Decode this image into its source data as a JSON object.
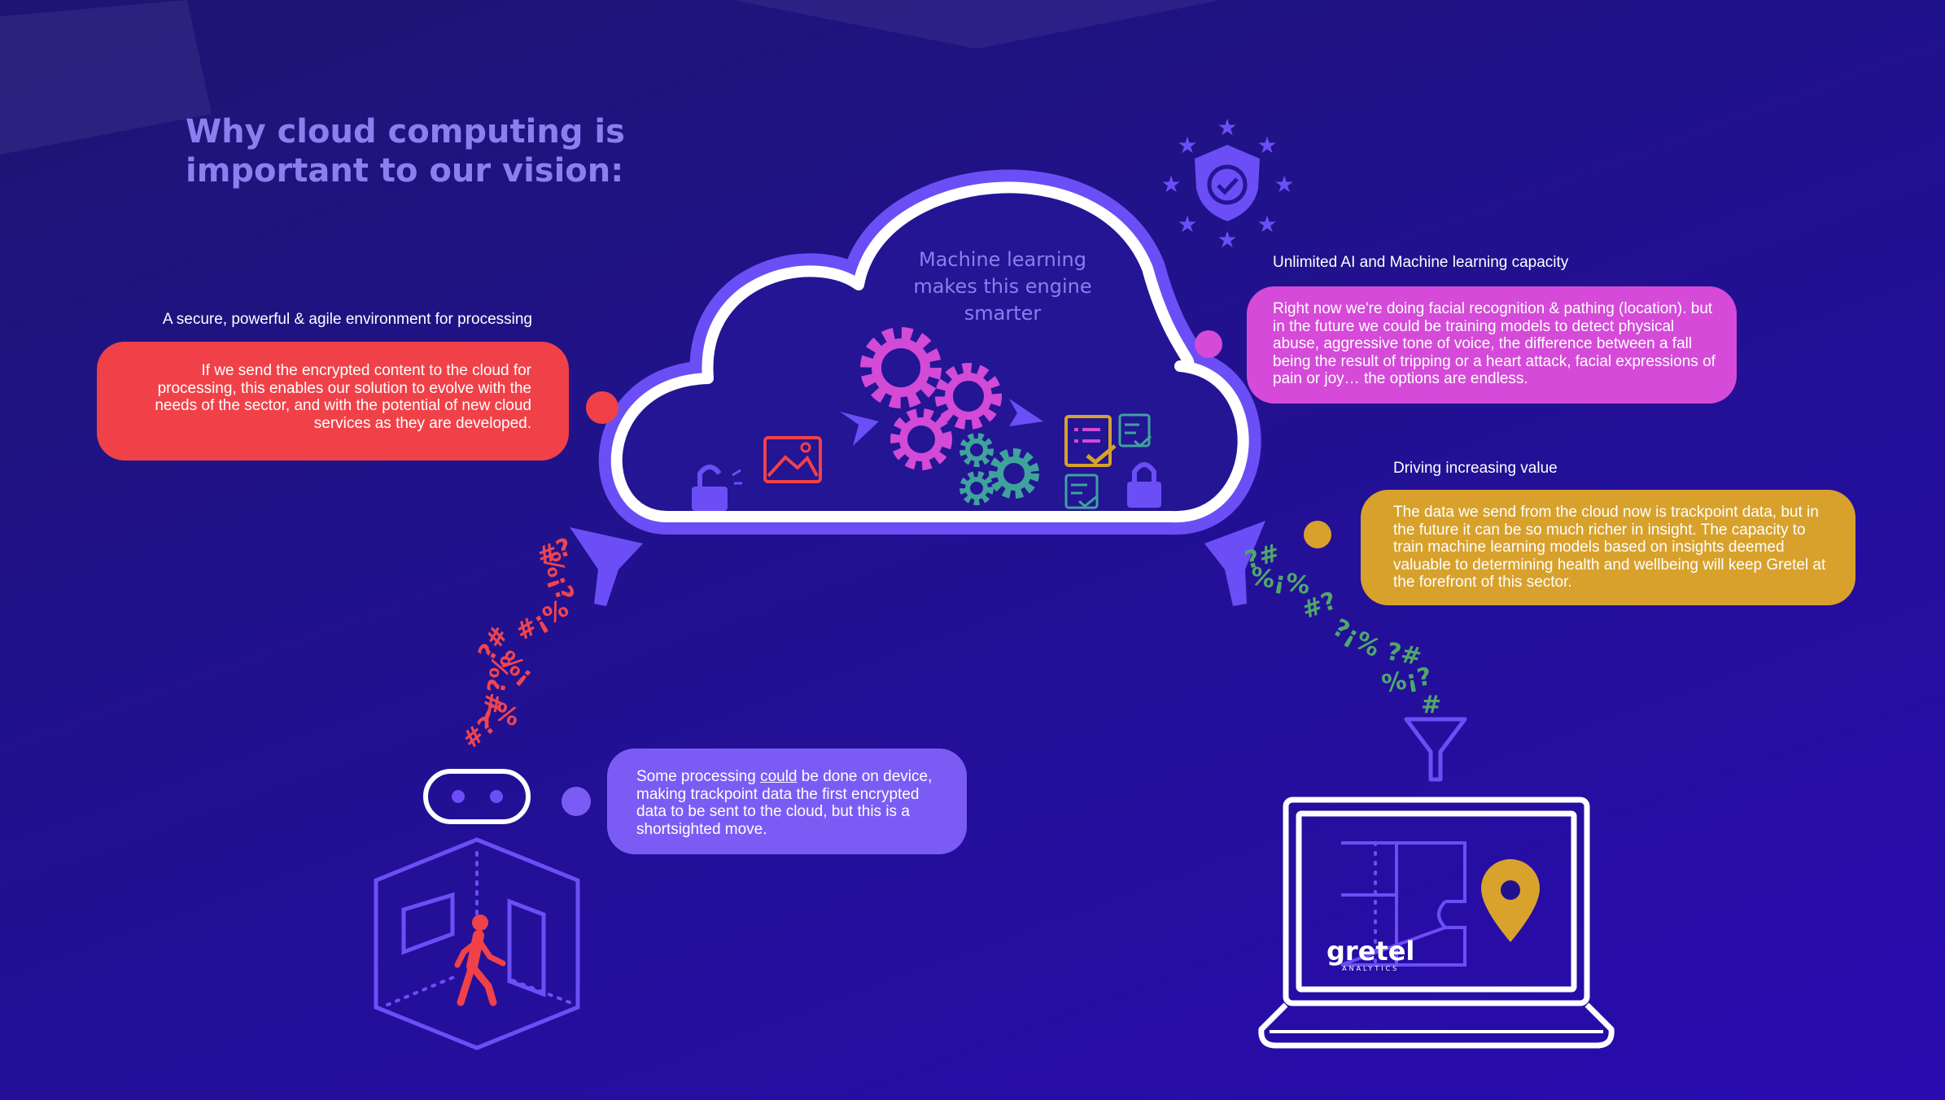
{
  "title": {
    "line1": "Why cloud computing is",
    "line2": "important to our vision:"
  },
  "cloud": {
    "ml_line1": "Machine learning",
    "ml_line2": "makes this engine",
    "ml_line3": "smarter"
  },
  "secure": {
    "heading": "A secure, powerful & agile environment for processing",
    "body": "If we send the encrypted content to the cloud for processing, this enables our solution to evolve with the needs of the sector, and with the potential of new cloud services as they are developed."
  },
  "ai": {
    "heading": "Unlimited AI and Machine learning capacity",
    "body": "Right now we're doing facial recognition & pathing (location). but in the future we could be training models to detect physical abuse, aggressive tone of voice, the difference between a fall being the result of tripping or a heart attack, facial expressions of pain or joy… the options are endless."
  },
  "value": {
    "heading": "Driving increasing value",
    "body": "The data we send from the cloud now is trackpoint data, but in the future it can be so much richer in insight. The capacity to train machine learning models based on insights deemed valuable to determining health and wellbeing will keep Gretel at the forefront of this sector."
  },
  "device": {
    "body_before": "Some processing ",
    "body_link": "could",
    "body_after": " be done on device, making trackpoint data the first encrypted data to be sent to the cloud, but this is a shortsighted move."
  },
  "symbols": {
    "left_stream": [
      "#?",
      "%¡?",
      "#¡%",
      "?#",
      "%¡",
      "#?%",
      "¡%",
      "#?"
    ],
    "right_stream": [
      "?#",
      "%¡%",
      "#?",
      "?¡%",
      "?#",
      "%¡?",
      "#"
    ]
  },
  "logo": {
    "name": "gretel",
    "tagline": "ANALYTICS"
  },
  "colors": {
    "background": "#21118f",
    "title": "#8a7fee",
    "secure_bubble": "#f04149",
    "ai_bubble": "#d54ad8",
    "value_bubble": "#d8a12b",
    "device_bubble": "#7a5cf5",
    "cloud_outline": "#ffffff",
    "cloud_glow": "#6b4ef5",
    "gear_magenta": "#d24ad6",
    "gear_teal": "#3fa39c",
    "left_symbols": "#ef4550",
    "right_symbols": "#4fa86a",
    "pin": "#d9a22d"
  }
}
